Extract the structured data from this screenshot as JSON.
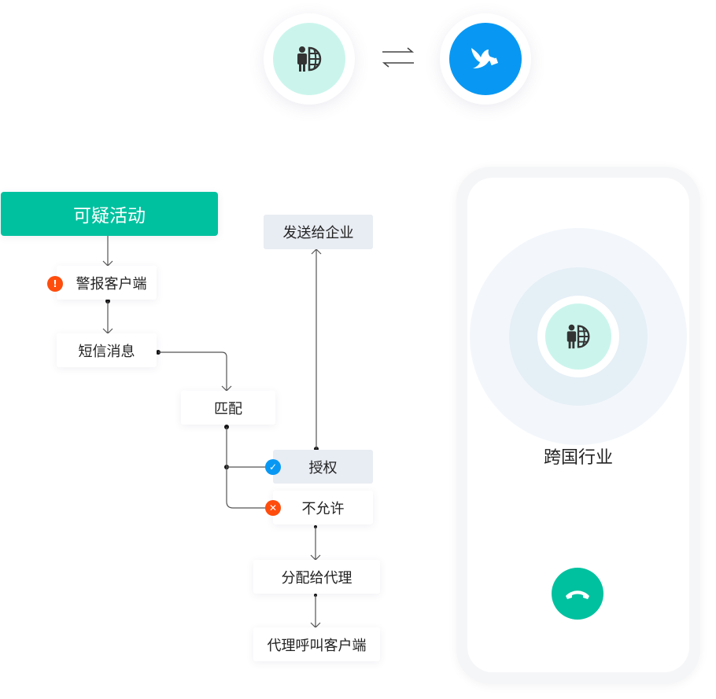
{
  "flow": {
    "start": "可疑活动",
    "alert_client": "警报客户端",
    "sms": "短信消息",
    "match": "匹配",
    "send_enterprise": "发送给企业",
    "authorize": "授权",
    "deny": "不允许",
    "assign_agent": "分配给代理",
    "agent_call": "代理呼叫客户端"
  },
  "phone": {
    "caller": "跨国行业"
  },
  "colors": {
    "green": "#00c19f",
    "blue": "#0898f3",
    "orange": "#ff4d0d",
    "mint": "#cbf5ec"
  }
}
